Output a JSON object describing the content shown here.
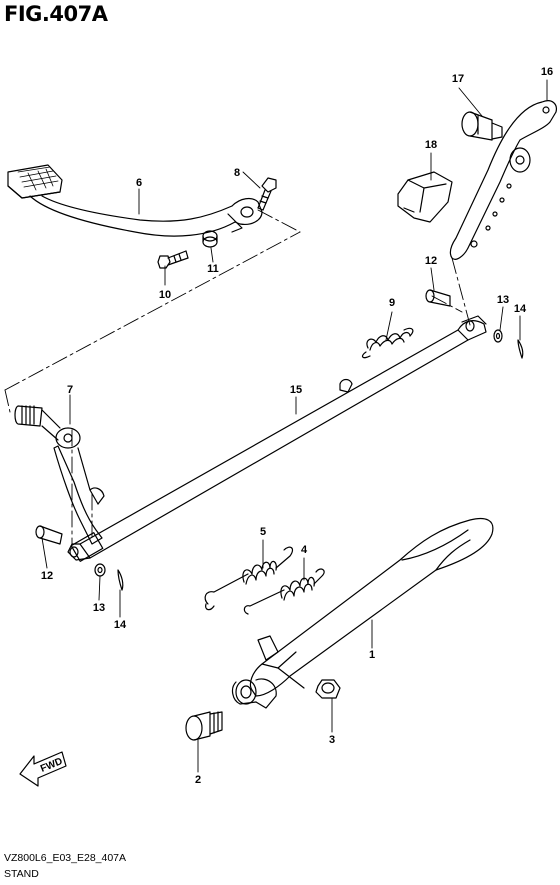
{
  "figure": {
    "title": "FIG.407A",
    "model_code": "VZ800L6_E03_E28_407A",
    "caption": "STAND"
  },
  "fwd_label": "FWD",
  "callouts": [
    "1",
    "2",
    "3",
    "4",
    "5",
    "6",
    "7",
    "8",
    "9",
    "10",
    "11",
    "12",
    "13",
    "14",
    "15",
    "16",
    "17",
    "18",
    "12",
    "13",
    "14"
  ],
  "colors": {
    "line": "#000000",
    "background": "#ffffff"
  }
}
